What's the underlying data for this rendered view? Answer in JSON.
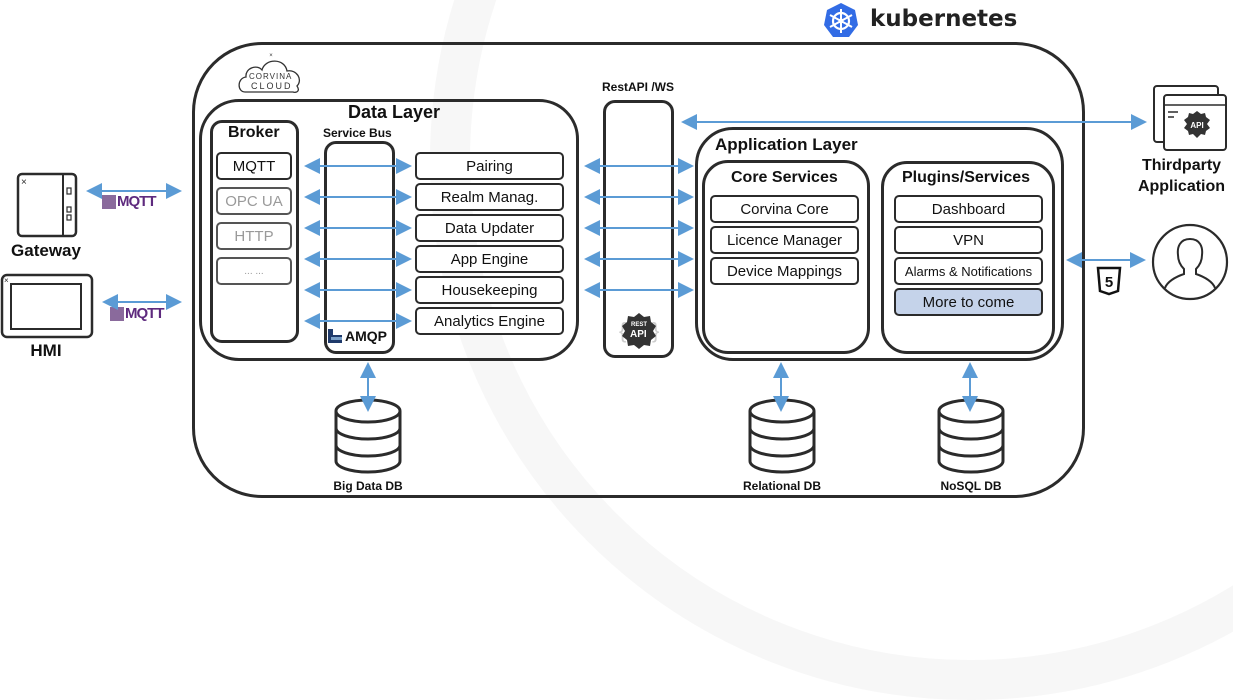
{
  "brand": {
    "name": "kubernetes",
    "logo_color": "#326ce5"
  },
  "platform": {
    "logo_line1": "CORVINA",
    "logo_line2": "CLOUD"
  },
  "arrow_color": "#5b9bd5",
  "highlight_color": "#c5d3ea",
  "devices": {
    "gateway": {
      "label": "Gateway"
    },
    "hmi": {
      "label": "HMI"
    },
    "protocol_badge": "MQTT"
  },
  "data_layer": {
    "title": "Data Layer",
    "broker": {
      "title": "Broker",
      "items": [
        {
          "label": "MQTT",
          "active": true
        },
        {
          "label": "OPC UA",
          "active": false
        },
        {
          "label": "HTTP",
          "active": false
        },
        {
          "label": "... ...",
          "active": false
        }
      ]
    },
    "service_bus": {
      "title": "Service Bus",
      "badge": "AMQP"
    },
    "services": [
      "Pairing",
      "Realm Manag.",
      "Data Updater",
      "App Engine",
      "Housekeeping",
      "Analytics Engine"
    ]
  },
  "rest_api": {
    "title": "RestAPI /WS",
    "badge_top": "REST",
    "badge_bottom": "API"
  },
  "application_layer": {
    "title": "Application Layer",
    "core_services": {
      "title": "Core Services",
      "items": [
        "Corvina Core",
        "Licence Manager",
        "Device Mappings"
      ]
    },
    "plugins": {
      "title": "Plugins/Services",
      "items": [
        "Dashboard",
        "VPN",
        "Alarms & Notifications"
      ],
      "highlight": "More to come"
    }
  },
  "databases": [
    {
      "label": "Big Data DB"
    },
    {
      "label": "Relational DB"
    },
    {
      "label": "NoSQL DB"
    }
  ],
  "external": {
    "thirdparty_line1": "Thirdparty",
    "thirdparty_line2": "Application",
    "html5_badge": "5"
  }
}
